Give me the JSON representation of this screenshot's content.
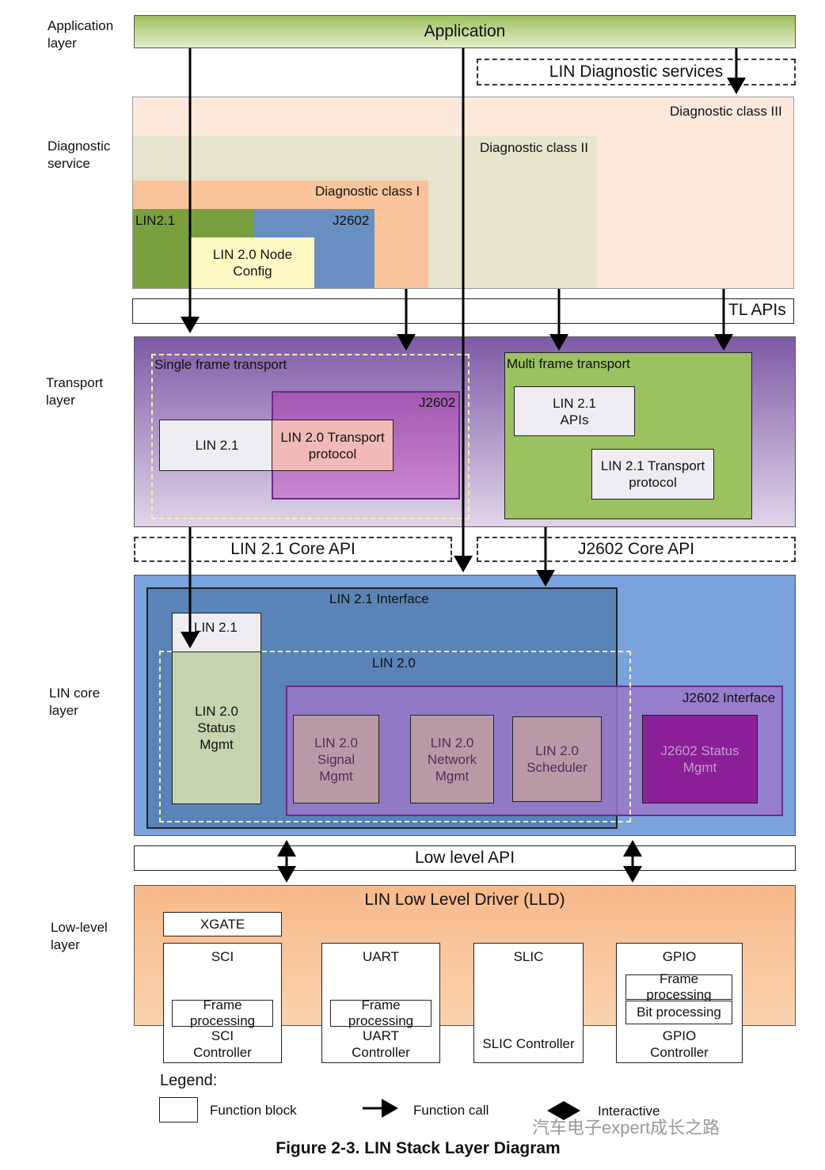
{
  "side_labels": {
    "application": "Application\nlayer",
    "diagnostic": "Diagnostic\nservice",
    "transport": "Transport\nlayer",
    "lincore": "LIN core\nlayer",
    "lowlevel": "Low-level\nlayer"
  },
  "application": {
    "bar": "Application",
    "diag_services": "LIN Diagnostic services"
  },
  "diagnostic": {
    "class3": "Diagnostic class III",
    "class2": "Diagnostic class II",
    "class1": "Diagnostic class I",
    "lin21": "LIN2.1",
    "j2602": "J2602",
    "node_config": "LIN 2.0 Node\nConfig",
    "tl_apis": "TL APIs"
  },
  "transport": {
    "single": "Single frame transport",
    "j2602": "J2602",
    "lin21": "LIN 2.1",
    "lin20_tp": "LIN 2.0 Transport\nprotocol",
    "multi": "Multi frame transport",
    "lin21_apis": "LIN 2.1\nAPIs",
    "lin21_tp": "LIN 2.1 Transport\nprotocol"
  },
  "core_apis": {
    "lin21": "LIN 2.1 Core API",
    "j2602": "J2602 Core API"
  },
  "core": {
    "lin21_interface": "LIN 2.1 Interface",
    "lin21": "LIN 2.1",
    "lin20": "LIN 2.0",
    "status": "LIN 2.0\nStatus\nMgmt",
    "j2602_interface": "J2602 Interface",
    "signal": "LIN 2.0\nSignal\nMgmt",
    "network": "LIN 2.0\nNetwork\nMgmt",
    "scheduler": "LIN 2.0\nScheduler",
    "j2602_status": "J2602 Status\nMgmt"
  },
  "low_level_api": "Low level API",
  "lld": {
    "title": "LIN Low Level Driver (LLD)",
    "xgate": "XGATE",
    "sci": "SCI",
    "sci_frame": "Frame\nprocessing",
    "sci_ctrl": "SCI\nController",
    "uart": "UART",
    "uart_frame": "Frame\nprocessing",
    "uart_ctrl": "UART\nController",
    "slic": "SLIC",
    "slic_ctrl": "SLIC Controller",
    "gpio": "GPIO",
    "gpio_frame": "Frame\nprocessing",
    "gpio_bit": "Bit processing",
    "gpio_ctrl": "GPIO\nController"
  },
  "legend": {
    "title": "Legend:",
    "function_block": "Function block",
    "function_call": "Function call",
    "interactive": "Interactive"
  },
  "watermark": "汽车电子expert成长之路",
  "caption": "Figure 2-3. LIN Stack Layer Diagram",
  "colors": {
    "app_top": "#9fbf5f",
    "app_bottom": "#e4efcc",
    "diag3": "#fde9dc",
    "diag2": "#e7e5cd",
    "diag1": "#f9c49b",
    "lin21_green": "#7aa03e",
    "j2602_blue": "#6a90c2",
    "node_yellow": "#fffac4",
    "transport_top": "#7e5aa6",
    "transport_bottom": "#e0d5e9",
    "j2602_purple": "#b066b8",
    "tp_pink": "#f2b9b9",
    "multi_green": "#9bc161",
    "core_blue": "#7aa2dc",
    "lin21_if": "#5a84b7",
    "j2602_if": "#9a78c8",
    "mgmt_mauve": "#b89aa6",
    "j2602_status": "#8a1f98",
    "status_green": "#c6d4b0",
    "lld_top": "#f7b98a",
    "lld_bottom": "#fbd3b0"
  }
}
